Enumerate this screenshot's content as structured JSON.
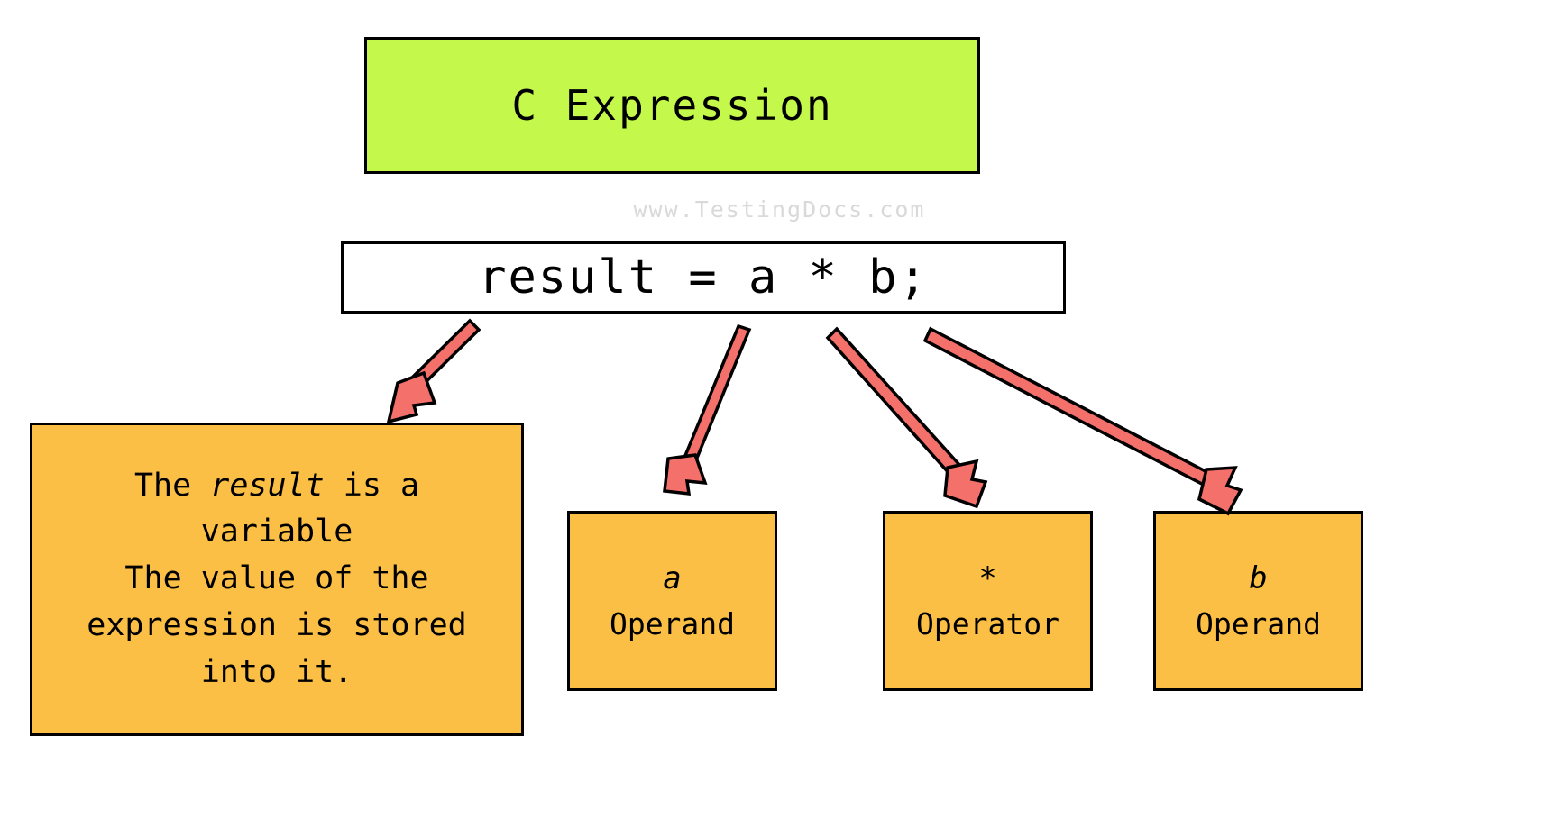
{
  "diagram": {
    "title": "C Expression",
    "watermark": "www.TestingDocs.com",
    "expression": "result = a * b;",
    "colors": {
      "title_fill": "#C4F84A",
      "node_fill": "#FBBF45",
      "expression_fill": "#FFFFFF",
      "arrow_fill": "#F4706B",
      "stroke": "#000000",
      "watermark_text": "#D9D9D9"
    },
    "result_note": {
      "line1_prefix": "The ",
      "line1_italic": "result",
      "line1_suffix": " is a",
      "line2": "variable",
      "line3": "The value of the",
      "line4": "expression is stored",
      "line5": "into it."
    },
    "leaves": [
      {
        "symbol": "a",
        "role": "Operand",
        "italic": true
      },
      {
        "symbol": "*",
        "role": "Operator",
        "italic": false
      },
      {
        "symbol": "b",
        "role": "Operand",
        "italic": true
      }
    ],
    "arrows": [
      {
        "name": "arrow-to-result",
        "from": "expression-box",
        "to": "result-box"
      },
      {
        "name": "arrow-to-operand-a",
        "from": "expression-box",
        "to": "operand-a-box"
      },
      {
        "name": "arrow-to-operator",
        "from": "expression-box",
        "to": "operator-box"
      },
      {
        "name": "arrow-to-operand-b",
        "from": "expression-box",
        "to": "operand-b-box"
      }
    ]
  }
}
